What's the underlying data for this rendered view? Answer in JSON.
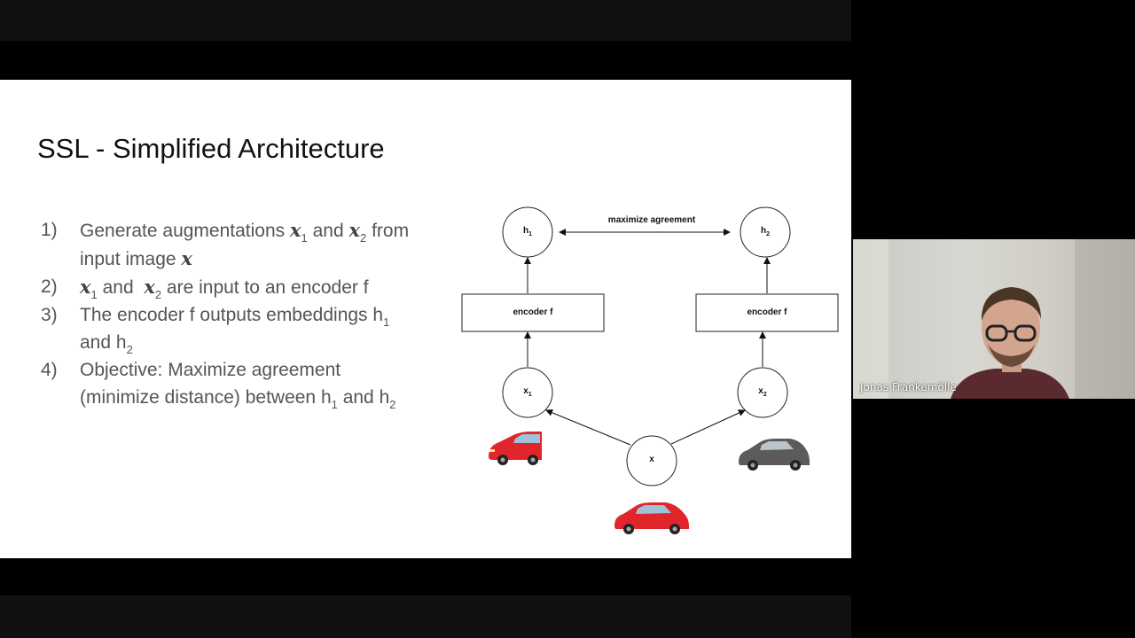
{
  "slide": {
    "title": "SSL - Simplified Architecture",
    "steps": [
      {
        "num": "1)",
        "parts": [
          "Generate augmentations ",
          "x",
          "1",
          " and ",
          "x",
          "2",
          " from",
          "input image ",
          "x"
        ]
      },
      {
        "num": "2)",
        "parts": [
          "x",
          "1",
          " and  ",
          "x",
          "2",
          " are input to an encoder f"
        ]
      },
      {
        "num": "3)",
        "parts": [
          "The encoder f outputs embeddings h",
          "1",
          "and h",
          "2"
        ]
      },
      {
        "num": "4)",
        "parts": [
          "Objective: Maximize agreement",
          "(minimize distance) between h",
          "1",
          " and h",
          "2"
        ]
      }
    ]
  },
  "diagram": {
    "h1": "h",
    "h1_sub": "1",
    "h2": "h",
    "h2_sub": "2",
    "x1": "x",
    "x1_sub": "1",
    "x2": "x",
    "x2_sub": "2",
    "x": "x",
    "encoder_left": "encoder f",
    "encoder_right": "encoder f",
    "agreement": "maximize agreement",
    "colors": {
      "car_red": "#e0262a",
      "car_gray": "#5b5b5b"
    }
  },
  "webcam": {
    "name": "Jonas Frankemölle"
  }
}
